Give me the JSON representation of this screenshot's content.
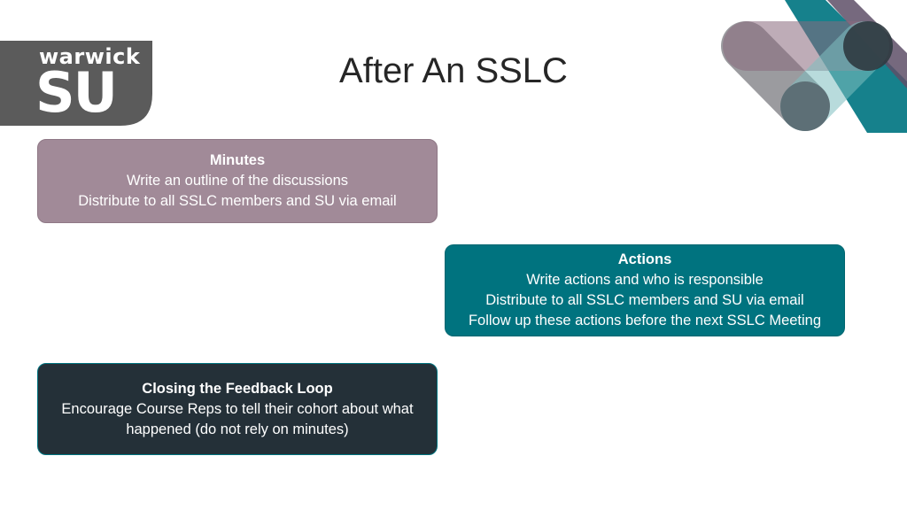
{
  "logo": {
    "word": "warwick",
    "letters": "SU"
  },
  "slide": {
    "title": "After An SSLC"
  },
  "boxes": {
    "minutes": {
      "heading": "Minutes",
      "lines": [
        "Write an outline of the discussions",
        "Distribute to all SSLC members and SU via email"
      ]
    },
    "actions": {
      "heading": "Actions",
      "lines": [
        "Write actions and who is responsible",
        "Distribute to all SSLC members and SU via email",
        "Follow up these actions before the next SSLC Meeting"
      ]
    },
    "closing": {
      "heading": "Closing the Feedback Loop",
      "lines": [
        "Encourage Course Reps to tell their cohort about what",
        "happened (do not rely on minutes)"
      ]
    }
  },
  "colors": {
    "logo_bg": "#5b5b5b",
    "minutes_bg": "#a18a98",
    "actions_bg": "#00737f",
    "closing_bg": "#243038"
  },
  "icons": {
    "decoration": "overlapping-capsules-graphic"
  }
}
